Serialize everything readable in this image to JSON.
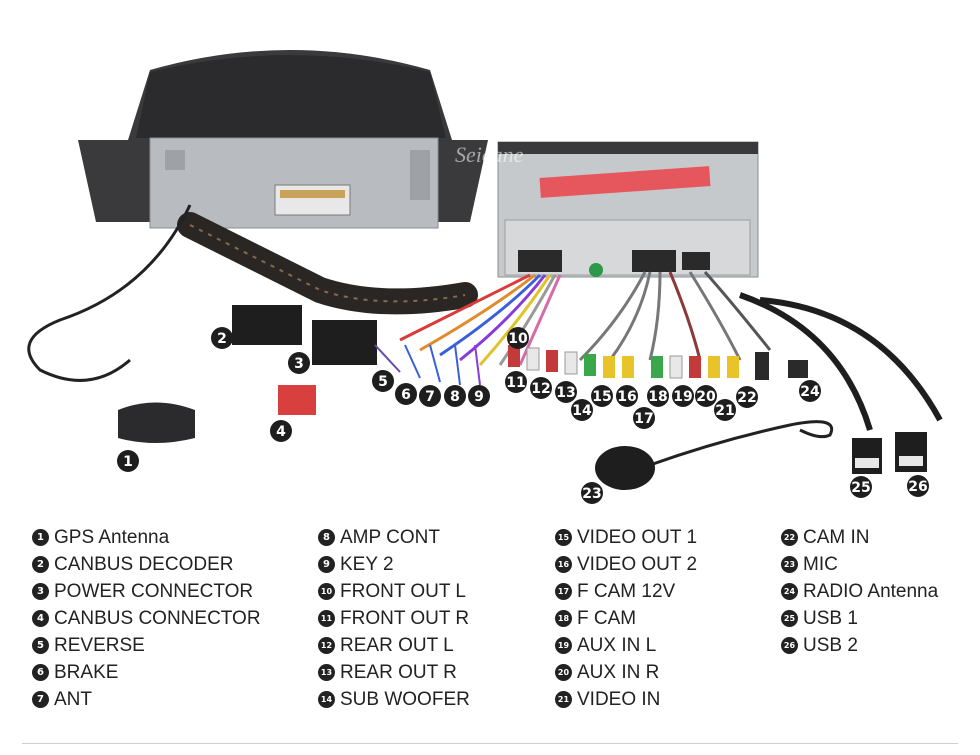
{
  "watermark": "Seicane",
  "callouts": [
    "1",
    "2",
    "3",
    "4",
    "5",
    "6",
    "7",
    "8",
    "9",
    "10",
    "11",
    "12",
    "13",
    "14",
    "15",
    "16",
    "17",
    "18",
    "19",
    "20",
    "21",
    "22",
    "23",
    "24",
    "25",
    "26"
  ],
  "legend": [
    {
      "n": "1",
      "label": "GPS Antenna"
    },
    {
      "n": "2",
      "label": "CANBUS DECODER"
    },
    {
      "n": "3",
      "label": "POWER CONNECTOR"
    },
    {
      "n": "4",
      "label": "CANBUS CONNECTOR"
    },
    {
      "n": "5",
      "label": "REVERSE"
    },
    {
      "n": "6",
      "label": "BRAKE"
    },
    {
      "n": "7",
      "label": "ANT"
    },
    {
      "n": "8",
      "label": "AMP CONT"
    },
    {
      "n": "9",
      "label": "KEY 2"
    },
    {
      "n": "10",
      "label": "FRONT OUT L"
    },
    {
      "n": "11",
      "label": "FRONT OUT R"
    },
    {
      "n": "12",
      "label": "REAR OUT L"
    },
    {
      "n": "13",
      "label": "REAR OUT R"
    },
    {
      "n": "14",
      "label": "SUB WOOFER"
    },
    {
      "n": "15",
      "label": "VIDEO OUT 1"
    },
    {
      "n": "16",
      "label": "VIDEO OUT 2"
    },
    {
      "n": "17",
      "label": "F CAM 12V"
    },
    {
      "n": "18",
      "label": "F CAM"
    },
    {
      "n": "19",
      "label": "AUX IN L"
    },
    {
      "n": "20",
      "label": "AUX IN R"
    },
    {
      "n": "21",
      "label": "VIDEO IN"
    },
    {
      "n": "22",
      "label": "CAM IN"
    },
    {
      "n": "23",
      "label": "MIC"
    },
    {
      "n": "24",
      "label": "RADIO Antenna"
    },
    {
      "n": "25",
      "label": "USB 1"
    },
    {
      "n": "26",
      "label": "USB 2"
    }
  ]
}
